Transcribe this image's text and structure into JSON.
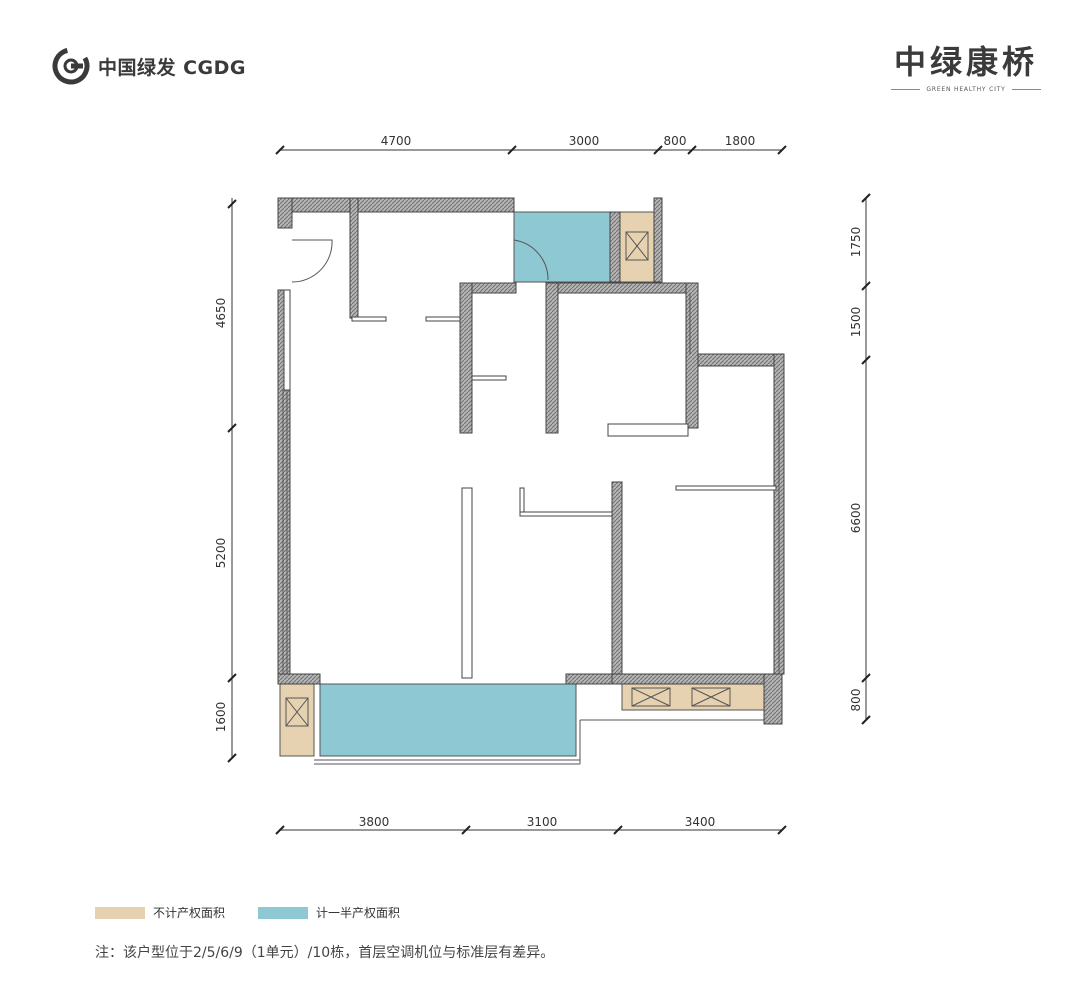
{
  "header": {
    "developer_name": "中国绿发 CGDG",
    "project_title": "中绿康桥",
    "project_subtitle": "GREEN HEALTHY CITY"
  },
  "dimensions": {
    "top": [
      "4700",
      "3000",
      "800",
      "1800"
    ],
    "bottom": [
      "3800",
      "3100",
      "3400"
    ],
    "left": [
      "4650",
      "5200",
      "1600"
    ],
    "right": [
      "1750",
      "1500",
      "6600",
      "800"
    ]
  },
  "legend": [
    {
      "label": "不计产权面积",
      "color": "#e6d2b0"
    },
    {
      "label": "计一半产权面积",
      "color": "#8ec8d3"
    }
  ],
  "note": "注：该户型位于2/5/6/9（1单元）/10栋，首层空调机位与标准层有差异。",
  "colors": {
    "wall": "#8c8c8c",
    "beige_area": "#e6d2b0",
    "blue_area": "#8ec8d3",
    "text": "#333333"
  }
}
